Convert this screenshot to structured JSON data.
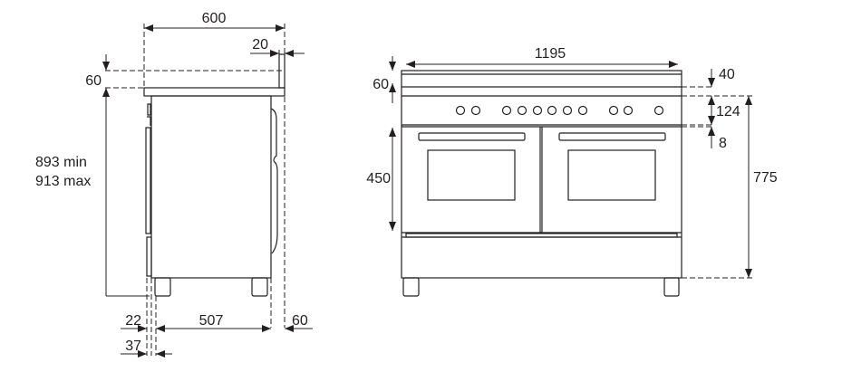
{
  "side_view": {
    "dims": {
      "depth_total": "600",
      "backsplash": "20",
      "top_height": "60",
      "height_min": "893 min",
      "height_max": "913 max",
      "front_offset_a": "22",
      "body_depth": "507",
      "rear_offset": "60",
      "front_offset_b": "37"
    }
  },
  "front_view": {
    "dims": {
      "width": "1195",
      "top_height": "60",
      "oven_height": "450",
      "gap_top": "40",
      "panel_height": "124",
      "gap_bottom": "8",
      "total_height": "775"
    },
    "knob_count": 11
  },
  "colors": {
    "line": "#231f20",
    "background": "#ffffff"
  }
}
